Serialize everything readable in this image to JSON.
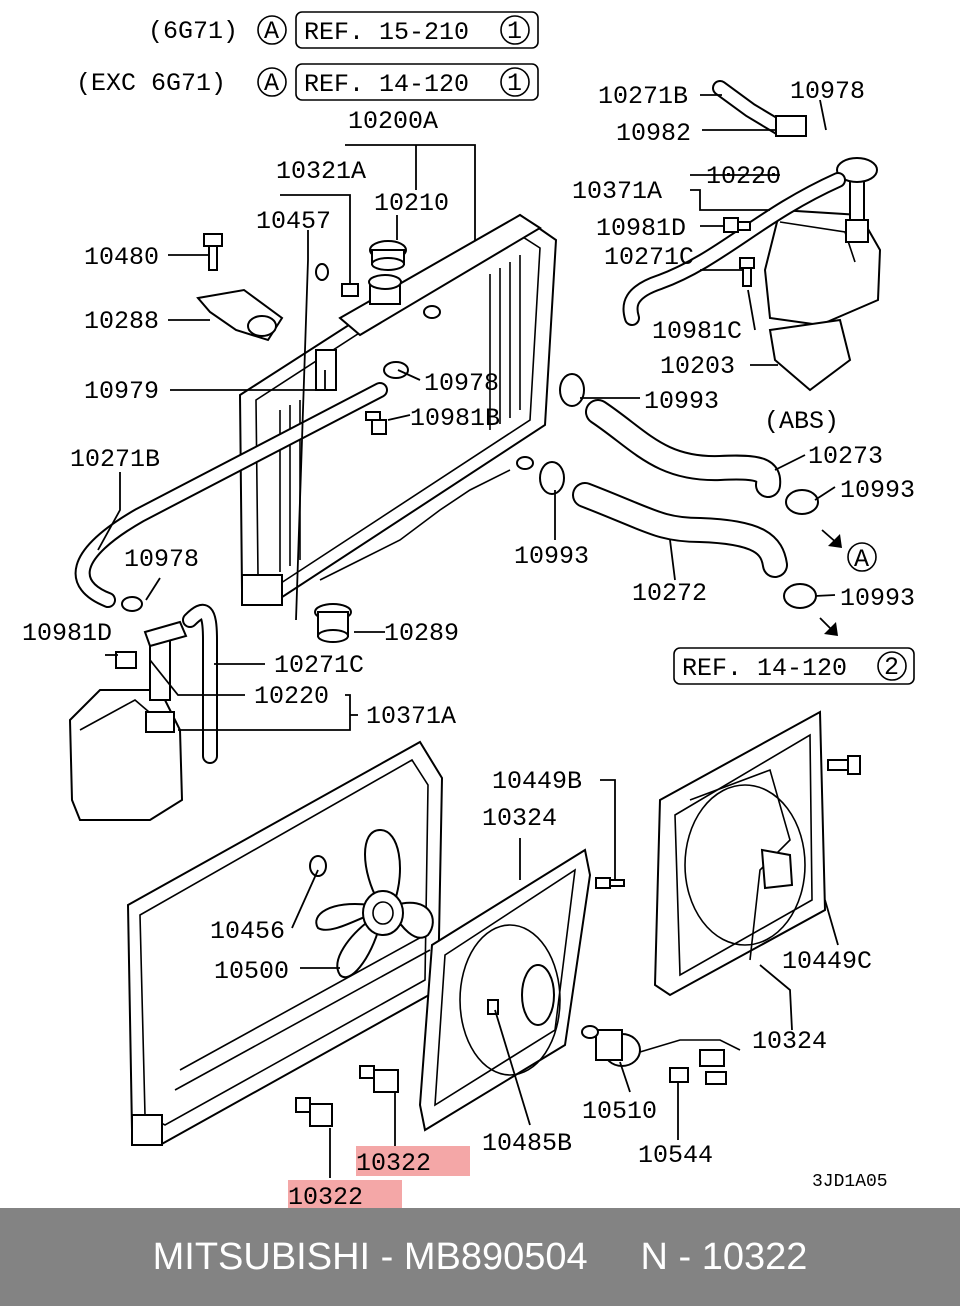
{
  "header_refs": [
    {
      "condition": "(6G71)",
      "marker": "A",
      "ref": "REF. 15-210",
      "num": "1"
    },
    {
      "condition": "(EXC 6G71)",
      "marker": "A",
      "ref": "REF. 14-120",
      "num": "1"
    }
  ],
  "labels": {
    "p10200A": "10200A",
    "p10321A": "10321A",
    "p10210": "10210",
    "p10457": "10457",
    "p10480": "10480",
    "p10288": "10288",
    "p10979": "10979",
    "p10978a": "10978",
    "p10981Ba": "10981B",
    "p10271Ba": "10271B",
    "p10978b": "10978",
    "p10981Da": "10981D",
    "p10271Ca": "10271C",
    "p10220a": "10220",
    "p10371Aa": "10371A",
    "p10289": "10289",
    "p10271Bb": "10271B",
    "p10978c": "10978",
    "p10982": "10982",
    "p10371Ab": "10371A",
    "p10220b": "10220",
    "p10981Db": "10981D",
    "p10271Cb": "10271C",
    "p10981C": "10981C",
    "p10203": "10203",
    "abs": "(ABS)",
    "p10993a": "10993",
    "p10273": "10273",
    "p10993b": "10993",
    "p10993c": "10993",
    "p10272": "10272",
    "p10993d": "10993",
    "p10449B": "10449B",
    "p10324a": "10324",
    "p10456": "10456",
    "p10500": "10500",
    "p10449C": "10449C",
    "p10324b": "10324",
    "p10510": "10510",
    "p10485B": "10485B",
    "p10544": "10544",
    "p10322a": "10322",
    "p10322b": "10322",
    "marker_a": "A",
    "code": "3JD1A05"
  },
  "ref_bottom": {
    "ref": "REF. 14-120",
    "num": "2"
  },
  "highlight_color": "#f4a7a7",
  "footer": {
    "brand": "MITSUBISHI",
    "sep1": " - ",
    "part_number": "MB890504",
    "gap": "     ",
    "position": "N - 10322"
  }
}
